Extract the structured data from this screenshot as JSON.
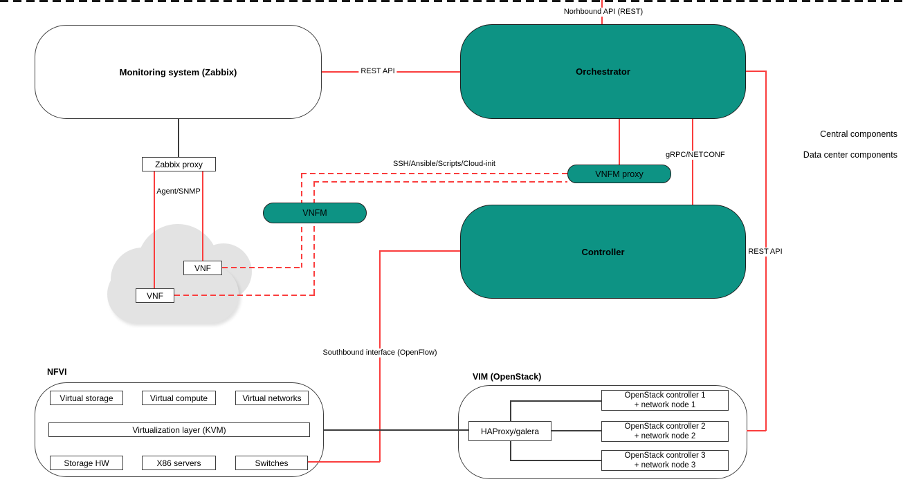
{
  "colors": {
    "teal": "#0d9384",
    "red": "#fa3d3d",
    "line_dark": "#3d3d3d",
    "cloud_gray": "#e3e3e3"
  },
  "nodes": {
    "monitoring": "Monitoring system (Zabbix)",
    "orchestrator": "Orchestrator",
    "controller": "Controller",
    "zabbix_proxy": "Zabbix proxy",
    "vnfm": "VNFM",
    "vnfm_proxy": "VNFM proxy",
    "vnf_upper": "VNF",
    "vnf_lower": "VNF"
  },
  "edges": {
    "northbound": "Norhbound API (REST)",
    "rest_api_monitoring": "REST API",
    "agent_snmp": "Agent/SNMP",
    "ssh_ansible": "SSH/Ansible/Scripts/Cloud-init",
    "grpc_netconf": "gRPC/NETCONF",
    "rest_api_right": "REST API",
    "southbound": "Southbound interface (OpenFlow)"
  },
  "separator": {
    "above": "Central components",
    "below": "Data center components"
  },
  "nfvi": {
    "title": "NFVI",
    "virtual_row": [
      "Virtual storage",
      "Virtual compute",
      "Virtual networks"
    ],
    "virtualization_layer": "Virtualization layer (KVM)",
    "hw_row": [
      "Storage HW",
      "X86 servers",
      "Switches"
    ]
  },
  "vim": {
    "title": "VIM (OpenStack)",
    "haproxy": "HAProxy/galera",
    "controllers": [
      {
        "line1": "OpenStack controller 1",
        "line2": "+ network node 1"
      },
      {
        "line1": "OpenStack controller 2",
        "line2": "+ network node 2"
      },
      {
        "line1": "OpenStack controller 3",
        "line2": "+ network node 3"
      }
    ]
  }
}
